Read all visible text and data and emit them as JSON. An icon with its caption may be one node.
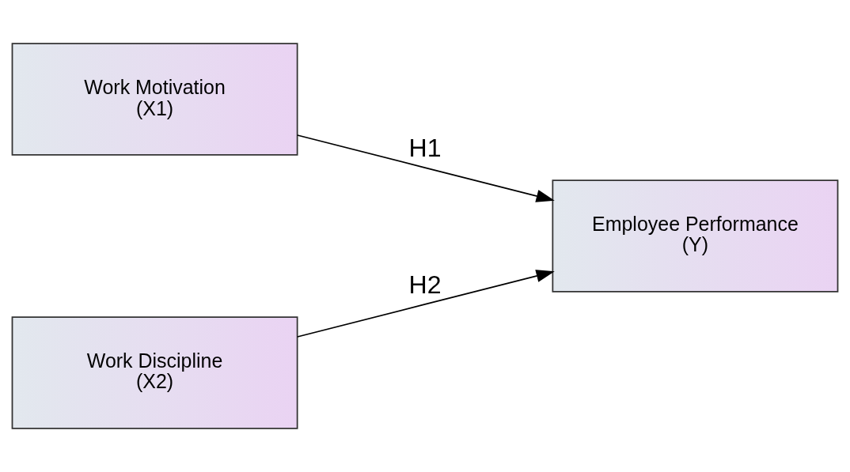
{
  "diagram": {
    "nodes": [
      {
        "text": [
          "Work Motivation",
          "(X1)"
        ]
      },
      {
        "text": [
          "Employee Performance",
          "(Y)"
        ]
      },
      {
        "text": [
          "Work Discipline",
          "(X2)"
        ]
      }
    ],
    "edges": [
      {
        "from": 0,
        "to": 1,
        "arrow": "to",
        "label": "H1"
      },
      {
        "from": 2,
        "to": 1,
        "arrow": "to",
        "label": "H2"
      }
    ]
  }
}
